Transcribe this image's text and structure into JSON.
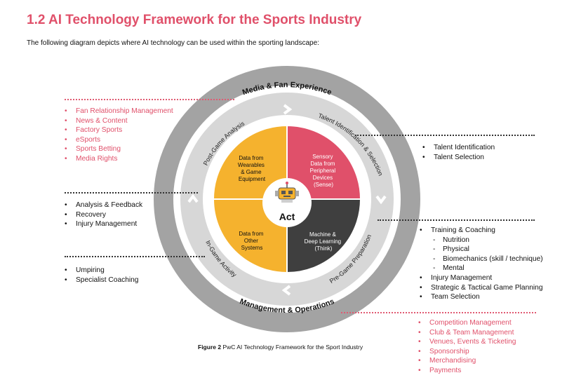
{
  "heading": "1.2  AI Technology Framework for the Sports Industry",
  "intro": "The following diagram depicts where AI technology can be used within the sporting landscape:",
  "diagram": {
    "outer_top": "Media & Fan Experience",
    "outer_bottom": "Management & Operations",
    "mid_talent": "Talent Identification & Selection",
    "mid_post_game": "Post-Game Analysis",
    "mid_in_game": "In-Game Activity",
    "mid_pre_game": "Pre-Game Preparation",
    "quad_wearables": [
      "Data from",
      "Wearables",
      "& Game",
      "Equipment"
    ],
    "quad_sensory": [
      "Sensory",
      "Data from",
      "Peripheral",
      "Devices",
      "(Sense)"
    ],
    "quad_other": [
      "Data from",
      "Other",
      "Systems"
    ],
    "quad_ml": [
      "Machine &",
      "Deep Learning",
      "(Think)"
    ],
    "center": "Act",
    "center_icon": "robot-icon",
    "colors": {
      "outer_ring": "#a3a3a3",
      "mid_ring": "#d7d7d7",
      "yellow": "#f5b22e",
      "pink": "#e0506a",
      "dark": "#3f3f3f",
      "accent": "#e0506a"
    }
  },
  "lists": {
    "fan": [
      "Fan Relationship Management",
      "News & Content",
      "Factory Sports",
      "eSports",
      "Sports Betting",
      "Media Rights"
    ],
    "talent": [
      "Talent Identification",
      "Talent Selection"
    ],
    "analysis": [
      "Analysis & Feedback",
      "Recovery",
      "Injury Management"
    ],
    "ingame": [
      "Umpiring",
      "Specialist Coaching"
    ],
    "training_head": "Training & Coaching",
    "training_sub": [
      "Nutrition",
      "Physical",
      "Biomechanics (skill / technique)",
      "Mental"
    ],
    "training_rest": [
      "Injury Management",
      "Strategic & Tactical Game Planning",
      "Team Selection"
    ],
    "management": [
      "Competition Management",
      "Club & Team Management",
      "Venues, Events & Ticketing",
      "Sponsorship",
      "Merchandising",
      "Payments"
    ]
  },
  "caption_bold": "Figure 2",
  "caption_text": " PwC AI Technology Framework for the Sport Industry"
}
